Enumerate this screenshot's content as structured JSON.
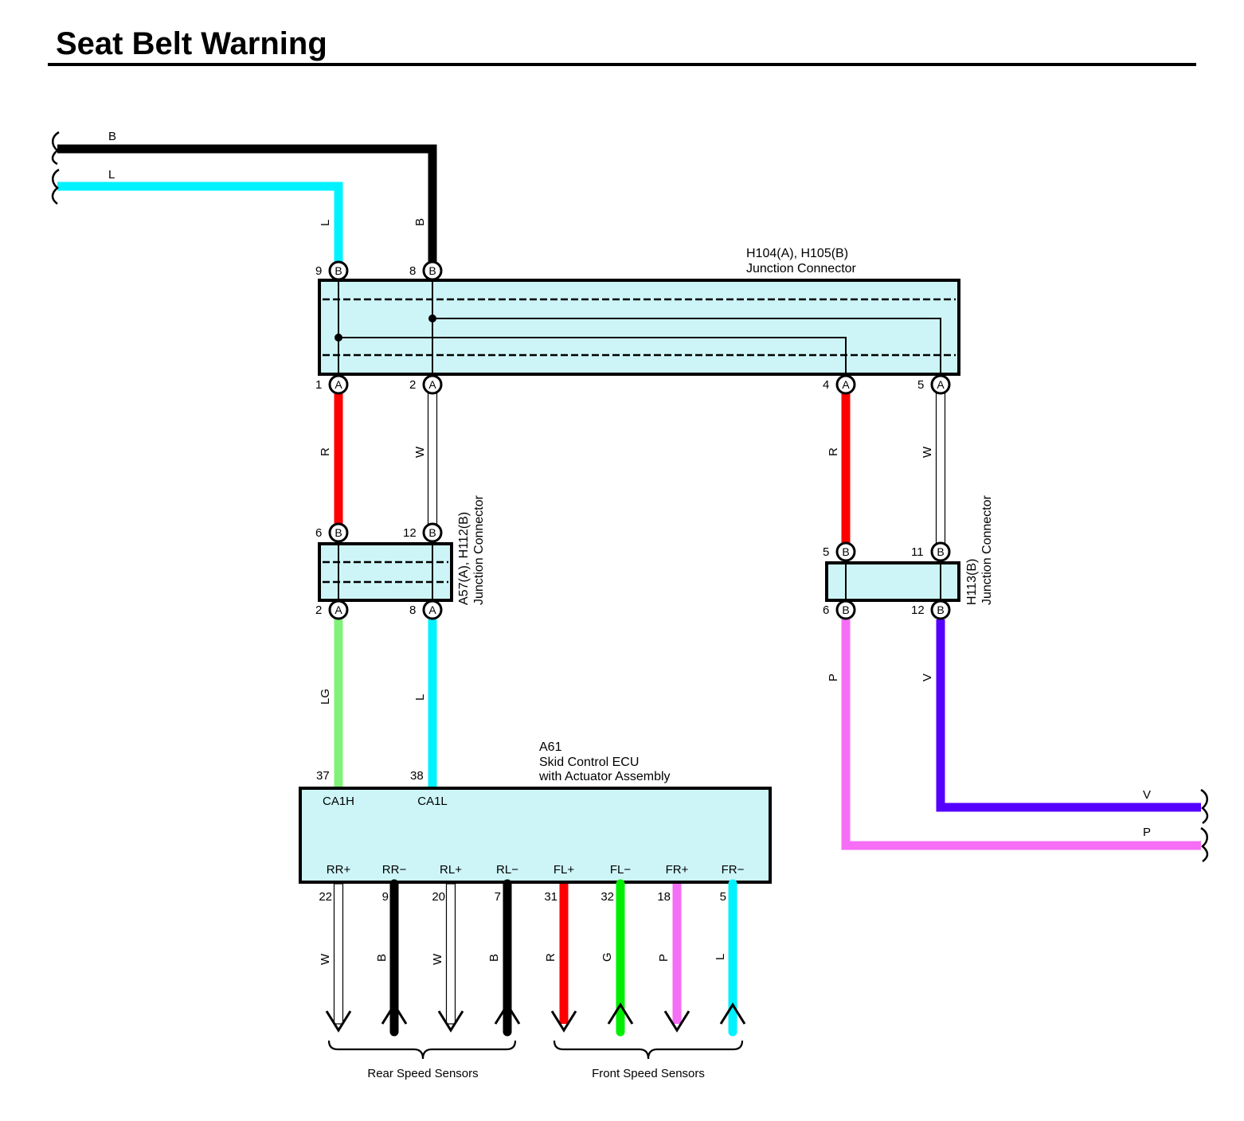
{
  "title": "Seat Belt Warning",
  "colors": {
    "B": "#000000",
    "L": "#00f2ff",
    "R": "#ff0000",
    "W": "#ffffff",
    "LG": "#80f27a",
    "P": "#f56ef5",
    "V": "#5500ff",
    "G": "#00ee00",
    "box_fill": "#cdf5f7"
  },
  "incoming_wires": {
    "top": "B",
    "bottom": "L"
  },
  "outgoing_wires": {
    "top": "V",
    "bottom": "P"
  },
  "h104": {
    "id": "H104(A), H105(B)",
    "name": "Junction Connector",
    "top_pins": [
      {
        "num": "9",
        "term": "B",
        "wire": "L"
      },
      {
        "num": "8",
        "term": "B",
        "wire": "B"
      }
    ],
    "bottom_pins": [
      {
        "num": "1",
        "term": "A",
        "wire": "R"
      },
      {
        "num": "2",
        "term": "A",
        "wire": "W"
      },
      {
        "num": "4",
        "term": "A",
        "wire": "R"
      },
      {
        "num": "5",
        "term": "A",
        "wire": "W"
      }
    ]
  },
  "a57": {
    "id": "A57(A), H112(B)",
    "name": "Junction Connector",
    "top_pins": [
      {
        "num": "6",
        "term": "B"
      },
      {
        "num": "12",
        "term": "B"
      }
    ],
    "bottom_pins": [
      {
        "num": "2",
        "term": "A",
        "wire": "LG"
      },
      {
        "num": "8",
        "term": "A",
        "wire": "L"
      }
    ]
  },
  "h113": {
    "id": "H113(B)",
    "name": "Junction Connector",
    "top_pins": [
      {
        "num": "5",
        "term": "B"
      },
      {
        "num": "11",
        "term": "B"
      }
    ],
    "bottom_pins": [
      {
        "num": "6",
        "term": "B",
        "wire": "P"
      },
      {
        "num": "12",
        "term": "B",
        "wire": "V"
      }
    ]
  },
  "ecu": {
    "id": "A61",
    "name_line1": "Skid Control ECU",
    "name_line2": "with Actuator Assembly",
    "top_pins": [
      {
        "num": "37",
        "label": "CA1H"
      },
      {
        "num": "38",
        "label": "CA1L"
      }
    ],
    "bottom_pins": [
      {
        "num": "22",
        "label": "RR+",
        "wire": "W"
      },
      {
        "num": "9",
        "label": "RR−",
        "wire": "B"
      },
      {
        "num": "20",
        "label": "RL+",
        "wire": "W"
      },
      {
        "num": "7",
        "label": "RL−",
        "wire": "B"
      },
      {
        "num": "31",
        "label": "FL+",
        "wire": "R"
      },
      {
        "num": "32",
        "label": "FL−",
        "wire": "G"
      },
      {
        "num": "18",
        "label": "FR+",
        "wire": "P"
      },
      {
        "num": "5",
        "label": "FR−",
        "wire": "L"
      }
    ]
  },
  "groups": {
    "rear": "Rear Speed Sensors",
    "front": "Front Speed Sensors"
  }
}
